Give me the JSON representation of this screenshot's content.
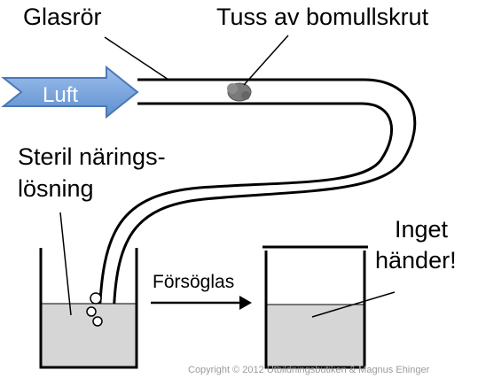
{
  "labels": {
    "glass_tube": "Glasrör",
    "cotton_plug": "Tuss av bomullskrut",
    "air": "Luft",
    "sterile_solution_line1": "Steril närings-",
    "sterile_solution_line2": "lösning",
    "experiment": "Försöglas",
    "nothing_line1": "Inget",
    "nothing_line2": "händer!",
    "copyright": "Copyright © 2012 Utbildningsbutiken & Magnus Ehinger"
  },
  "colors": {
    "arrow_fill": "#6f9fd8",
    "arrow_stroke": "#4a78b5",
    "liquid": "#d6d6d6",
    "plug": "#7a7a7a"
  }
}
